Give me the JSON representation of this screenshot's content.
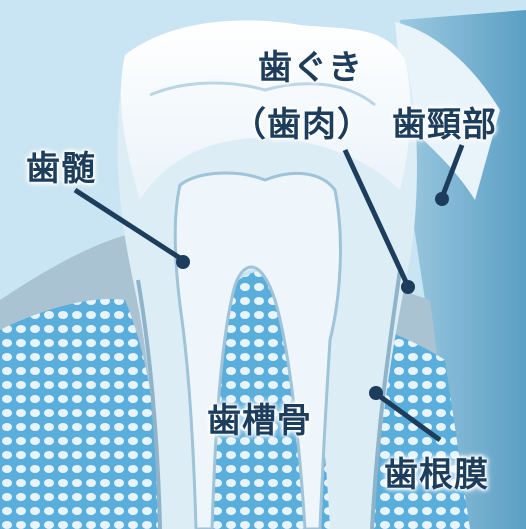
{
  "labels": {
    "gum_line1": "歯ぐき",
    "gum_line2": "（歯肉）",
    "neck": "歯頸部",
    "pulp": "歯髄",
    "alveolar_bone": "歯槽骨",
    "periodontal_ligament": "歯根膜"
  },
  "colors": {
    "background": "#c9e4f2",
    "label_text": "#1d3d5c",
    "pointer": "#1d3d5c",
    "bone_dots": "#4aa0d4"
  }
}
